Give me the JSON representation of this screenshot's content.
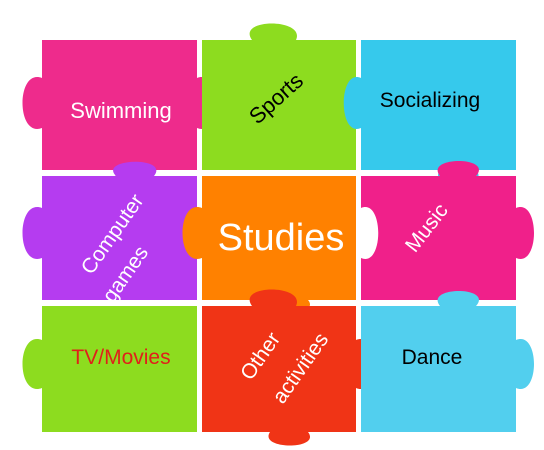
{
  "pieces": {
    "swimming": {
      "label": "Swimming",
      "color": "#ee2b8c",
      "text_color": "#ffffff"
    },
    "sports": {
      "label": "Sports",
      "color": "#8ddc1f",
      "text_color": "#000000"
    },
    "socializing": {
      "label": "Socializing",
      "color": "#36c9ec",
      "text_color": "#000000"
    },
    "computer_games": {
      "label_line1": "Computer",
      "label_line2": "games",
      "color": "#b53cf0",
      "text_color": "#ffffff"
    },
    "studies": {
      "label": "Studies",
      "color": "#ff8100",
      "text_color": "#ffffff"
    },
    "music": {
      "label": "Music",
      "color": "#f0208a",
      "text_color": "#ffffff"
    },
    "tv_movies": {
      "label": "TV/Movies",
      "color": "#8ddc1f",
      "text_color": "#e0201a"
    },
    "other_activities": {
      "label_line1": "Other",
      "label_line2": "activities",
      "color": "#f03416",
      "text_color": "#ffffff"
    },
    "dance": {
      "label": "Dance",
      "color": "#52cfee",
      "text_color": "#000000"
    }
  }
}
